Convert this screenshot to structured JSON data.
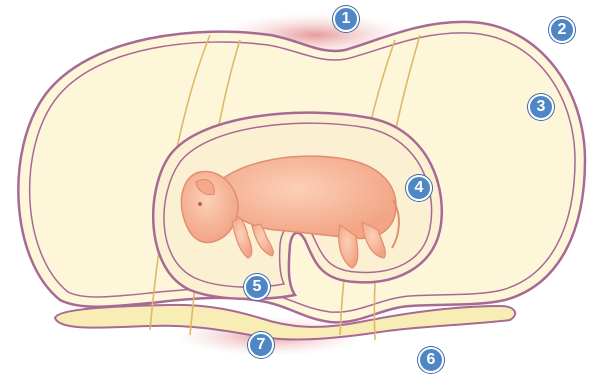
{
  "colors": {
    "background": "#ffffff",
    "membrane_fill": "#fdf6d9",
    "membrane_outline": "#a86a94",
    "inner_fill": "#fbf0d2",
    "lower_strip_fill": "#f8edb5",
    "vessel_color": "#e0b86a",
    "uterine_wall_color": "#e9a3a3",
    "fetus_fill": "#f7b99c",
    "fetus_outline": "#e08e72",
    "marker_fill": "#4f86c6"
  },
  "markers": [
    {
      "id": "1",
      "label": "1"
    },
    {
      "id": "2",
      "label": "2"
    },
    {
      "id": "3",
      "label": "3"
    },
    {
      "id": "4",
      "label": "4"
    },
    {
      "id": "5",
      "label": "5"
    },
    {
      "id": "6",
      "label": "6"
    },
    {
      "id": "7",
      "label": "7"
    }
  ]
}
